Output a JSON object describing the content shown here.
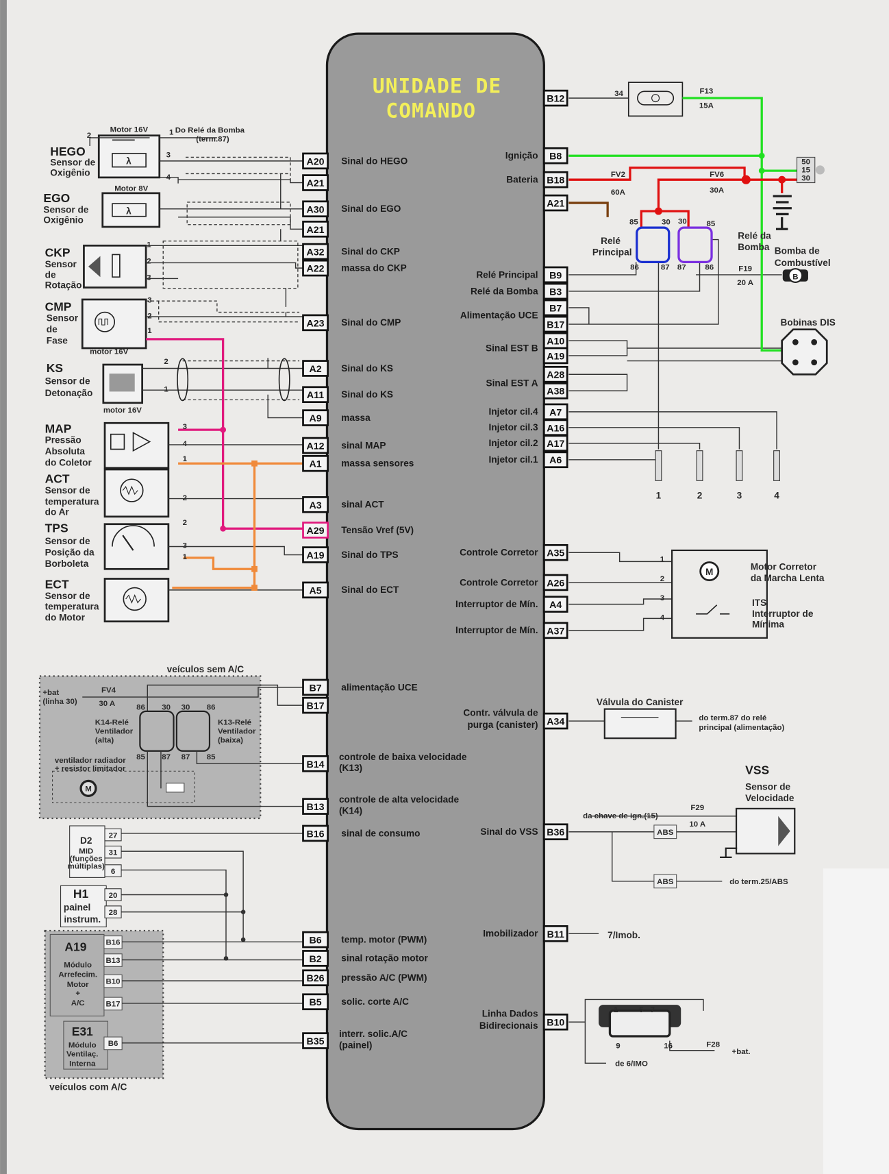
{
  "colors": {
    "ecu_body": "#9a9a9a",
    "title": "#f3ef5a",
    "ignition_wire": "#22e022",
    "battery_wire": "#e01010",
    "vref_wire": "#e0197d",
    "sensor_ground_wire": "#f08a3a",
    "ground_wire": "#7a4010",
    "main_relay_outline": "#1a2fd0",
    "pump_relay_outline": "#7a2fe0"
  },
  "ecu": {
    "title_line1": "UNIDADE DE",
    "title_line2": "COMANDO"
  },
  "left_pins": [
    {
      "pin": "A20",
      "signal": "Sinal do HEGO"
    },
    {
      "pin": "A21",
      "signal": ""
    },
    {
      "pin": "A30",
      "signal": "Sinal do EGO"
    },
    {
      "pin": "A21",
      "signal": ""
    },
    {
      "pin": "A32",
      "signal": "Sinal do CKP"
    },
    {
      "pin": "A22",
      "signal": "massa do CKP"
    },
    {
      "pin": "A23",
      "signal": "Sinal do CMP"
    },
    {
      "pin": "A2",
      "signal": "Sinal do KS"
    },
    {
      "pin": "A11",
      "signal": "Sinal do KS"
    },
    {
      "pin": "A9",
      "signal": "massa"
    },
    {
      "pin": "A12",
      "signal": "sinal MAP"
    },
    {
      "pin": "A1",
      "signal": "massa sensores"
    },
    {
      "pin": "A3",
      "signal": "sinal ACT"
    },
    {
      "pin": "A29",
      "signal": "Tensão Vref (5V)"
    },
    {
      "pin": "A19",
      "signal": "Sinal do TPS"
    },
    {
      "pin": "A5",
      "signal": "Sinal do ECT"
    },
    {
      "pin": "B7",
      "signal": "alimentação UCE"
    },
    {
      "pin": "B17",
      "signal": ""
    },
    {
      "pin": "B14",
      "signal": "controle de baixa velocidade",
      "signal2": "(K13)"
    },
    {
      "pin": "B13",
      "signal": "controle de alta velocidade",
      "signal2": "(K14)"
    },
    {
      "pin": "B16",
      "signal": "sinal de consumo"
    },
    {
      "pin": "B6",
      "signal": "temp. motor (PWM)"
    },
    {
      "pin": "B2",
      "signal": "sinal rotação motor"
    },
    {
      "pin": "B26",
      "signal": "pressão A/C (PWM)"
    },
    {
      "pin": "B5",
      "signal": "solic. corte A/C"
    },
    {
      "pin": "B35",
      "signal": "interr. solic.A/C",
      "signal2": "(painel)"
    }
  ],
  "right_pins": [
    {
      "pin": "B12",
      "signal": ""
    },
    {
      "pin": "B8",
      "signal": "Ignição"
    },
    {
      "pin": "B18",
      "signal": "Bateria"
    },
    {
      "pin": "A21",
      "signal": ""
    },
    {
      "pin": "B9",
      "signal": "Relé Principal"
    },
    {
      "pin": "B3",
      "signal": "Relé da Bomba"
    },
    {
      "pin": "B7",
      "signal": "Alimentação UCE"
    },
    {
      "pin": "B17",
      "signal": ""
    },
    {
      "pin": "A10",
      "signal": "Sinal EST B"
    },
    {
      "pin": "A19",
      "signal": ""
    },
    {
      "pin": "A28",
      "signal": "Sinal EST A"
    },
    {
      "pin": "A38",
      "signal": ""
    },
    {
      "pin": "A7",
      "signal": "Injetor cil.4"
    },
    {
      "pin": "A16",
      "signal": "Injetor cil.3"
    },
    {
      "pin": "A17",
      "signal": "Injetor cil.2"
    },
    {
      "pin": "A6",
      "signal": "Injetor cil.1"
    },
    {
      "pin": "A35",
      "signal": "Controle Corretor"
    },
    {
      "pin": "A26",
      "signal": "Controle Corretor"
    },
    {
      "pin": "A4",
      "signal": "Interruptor de Mín."
    },
    {
      "pin": "A37",
      "signal": "Interruptor de Mín."
    },
    {
      "pin": "A34",
      "signal": "Contr. válvula de",
      "signal2": "purga (canister)"
    },
    {
      "pin": "B36",
      "signal": "Sinal do VSS"
    },
    {
      "pin": "B11",
      "signal": "Imobilizador"
    },
    {
      "pin": "B10",
      "signal": "Linha Dados",
      "signal2": "Bidirecionais"
    }
  ],
  "hego": {
    "name": "HEGO",
    "line1": "Sensor de",
    "line2": "Oxigênio",
    "heater": "Motor 16V",
    "feed": "Do Relé da Bomba",
    "feed2": "(term.87)",
    "pins": [
      "2",
      "1",
      "3",
      "4"
    ],
    "lambda": "λ"
  },
  "ego": {
    "name": "EGO",
    "line1": "Sensor de",
    "line2": "Oxigênio",
    "heater": "Motor 8V",
    "lambda": "λ"
  },
  "ckp": {
    "name": "CKP",
    "line1": "Sensor",
    "line2": "de",
    "line3": "Rotação",
    "pins": [
      "1",
      "2",
      "3"
    ]
  },
  "cmp": {
    "name": "CMP",
    "line1": "Sensor",
    "line2": "de",
    "line3": "Fase",
    "note": "motor 16V",
    "pins": [
      "3",
      "2",
      "1"
    ]
  },
  "ks": {
    "name": "KS",
    "line1": "Sensor de",
    "line2": "Detonação",
    "note": "motor 16V",
    "pins": [
      "2",
      "1"
    ]
  },
  "map": {
    "name": "MAP",
    "line1": "Pressão",
    "line2": "Absoluta",
    "line3": "do Coletor",
    "pins": [
      "3",
      "4",
      "1"
    ]
  },
  "act": {
    "name": "ACT",
    "line1": "Sensor de",
    "line2": "temperatura",
    "line3": "do Ar",
    "pins": [
      "2"
    ]
  },
  "tps": {
    "name": "TPS",
    "line1": "Sensor de",
    "line2": "Posição da",
    "line3": "Borboleta",
    "pins": [
      "2",
      "3",
      "1"
    ]
  },
  "ect": {
    "name": "ECT",
    "line1": "Sensor de",
    "line2": "temperatura",
    "line3": "do Motor"
  },
  "fuses": {
    "f13": "F13",
    "f13_rating": "15A",
    "f13_pin": "34",
    "fv2": "FV2",
    "fv2_rating": "60A",
    "fv6": "FV6",
    "fv6_rating": "30A",
    "f19": "F19",
    "f19_rating": "20 A",
    "f29": "F29",
    "f29_rating": "10 A",
    "f28": "F28"
  },
  "relays": {
    "main_label1": "Relé",
    "main_label2": "Principal",
    "main_pins": [
      "85",
      "30",
      "86",
      "87"
    ],
    "pump_label1": "Relé da",
    "pump_label2": "Bomba",
    "pump_pins": [
      "30",
      "85",
      "87",
      "86"
    ]
  },
  "fuel_pump": {
    "line1": "Bomba de",
    "line2": "Combustível",
    "symbol": "B"
  },
  "ignition_switch": {
    "positions": [
      "50",
      "15",
      "30"
    ]
  },
  "coils": {
    "label": "Bobinas DIS"
  },
  "injectors": [
    "1",
    "2",
    "3",
    "4"
  ],
  "idle": {
    "motor_line1": "Motor Corretor",
    "motor_line2": "da Marcha Lenta",
    "motor_symbol": "M",
    "its": "ITS",
    "its_line1": "Interruptor de",
    "its_line2": "Mínima",
    "pins": [
      "1",
      "2",
      "3",
      "4"
    ]
  },
  "canister": {
    "label": "Válvula do Canister",
    "feed1": "do term.87 do relé",
    "feed2": "principal (alimentação)"
  },
  "vss": {
    "name": "VSS",
    "line1": "Sensor de",
    "line2": "Velocidade",
    "feed": "da chave de ign.(15)",
    "abs1": "ABS",
    "abs2": "ABS",
    "abs_feed": "do term.25/ABS"
  },
  "immobilizer": {
    "target": "7/Imob."
  },
  "obd": {
    "pins": [
      "1",
      "5",
      "7",
      "9",
      "16"
    ],
    "bat": "+bat.",
    "imo": "de 6/IMO"
  },
  "no_ac": {
    "title": "veículos sem A/C",
    "bat": "+bat",
    "bat2": "(linha 30)",
    "fv4": "FV4",
    "fv4_rating": "30 A",
    "k14_1": "K14-Relé",
    "k14_2": "Ventilador",
    "k14_3": "(alta)",
    "k13_1": "K13-Relé",
    "k13_2": "Ventilador",
    "k13_3": "(baixa)",
    "relay_top": [
      "86",
      "30",
      "30",
      "86"
    ],
    "relay_bottom": [
      "85",
      "87",
      "87",
      "85"
    ],
    "fan1": "ventilador radiador",
    "fan2": "+ resistor limitador",
    "motor": "M"
  },
  "d2": {
    "name": "D2",
    "line1": "MID",
    "line2": "(funções",
    "line3": "múltiplas)",
    "pins": [
      "27",
      "31",
      "6"
    ]
  },
  "h1": {
    "name": "H1",
    "line1": "painel",
    "line2": "instrum.",
    "pins": [
      "20",
      "28"
    ]
  },
  "with_ac": {
    "title": "veículos com A/C"
  },
  "a19": {
    "name": "A19",
    "line1": "Módulo",
    "line2": "Arrefecim.",
    "line3": "Motor",
    "line4": "+",
    "line5": "A/C",
    "pins": [
      "B16",
      "B13",
      "B10",
      "B17"
    ]
  },
  "e31": {
    "name": "E31",
    "line1": "Módulo",
    "line2": "Ventilaç.",
    "line3": "Interna",
    "pins": [
      "B6"
    ]
  }
}
